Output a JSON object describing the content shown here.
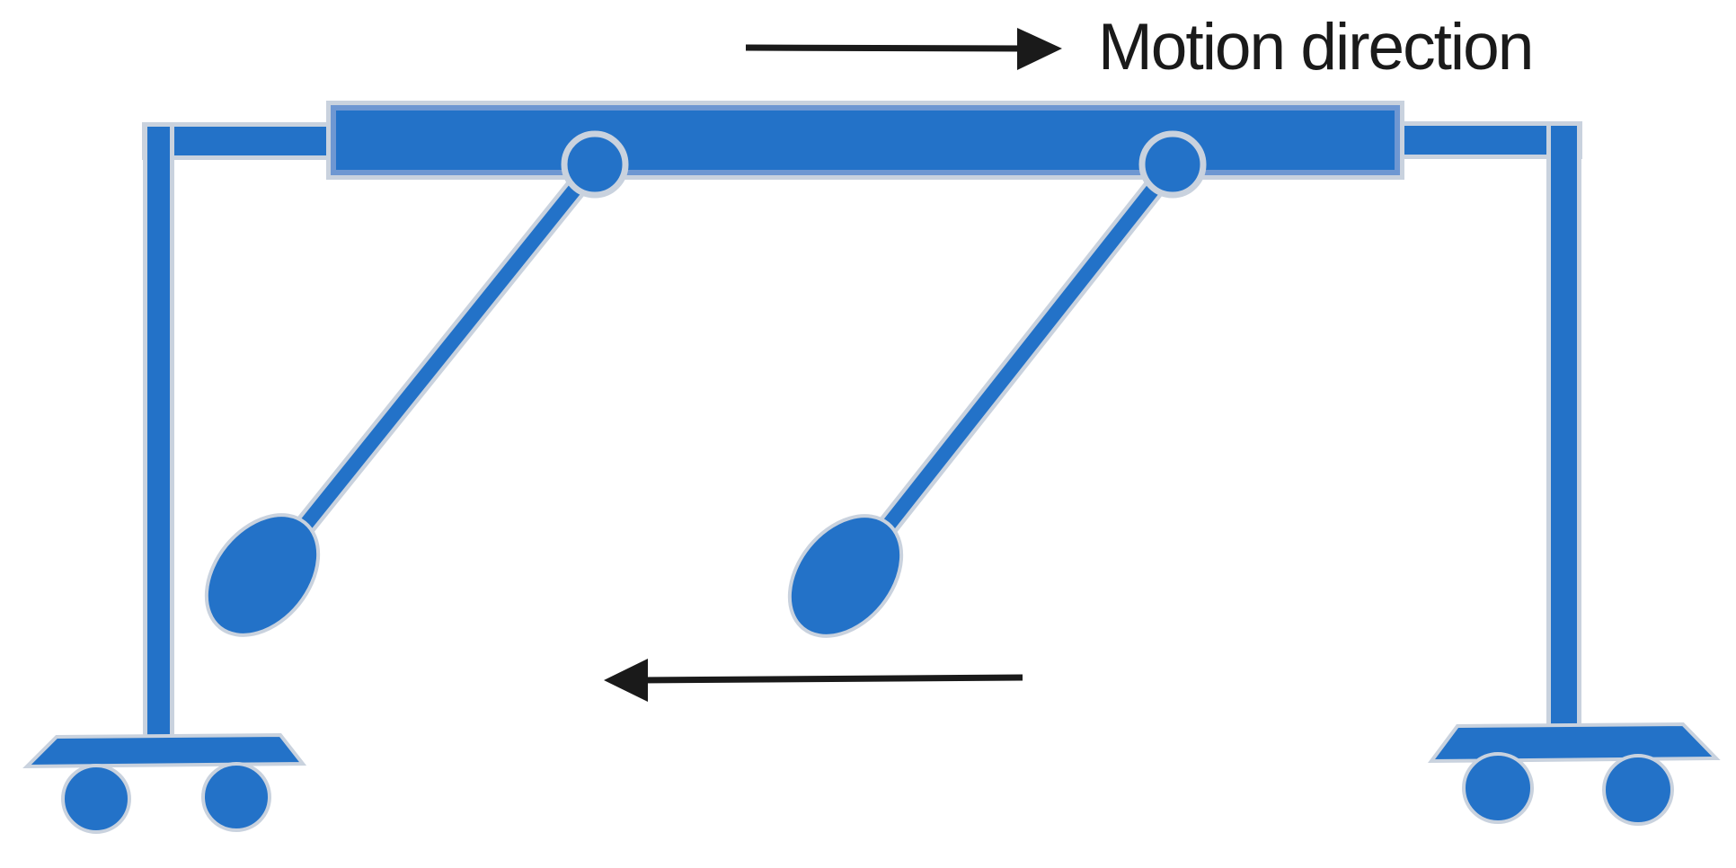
{
  "labels": {
    "motion_direction": "Motion direction"
  },
  "icons": {
    "top_arrow": "arrow-right",
    "bottom_arrow": "arrow-left"
  },
  "colors": {
    "structure_blue": "#2372C8",
    "structure_blue_light": "#6E97D2",
    "outline_light": "#C9D2DE",
    "ink_black": "#1A1A1A",
    "background": "#FFFFFF"
  }
}
